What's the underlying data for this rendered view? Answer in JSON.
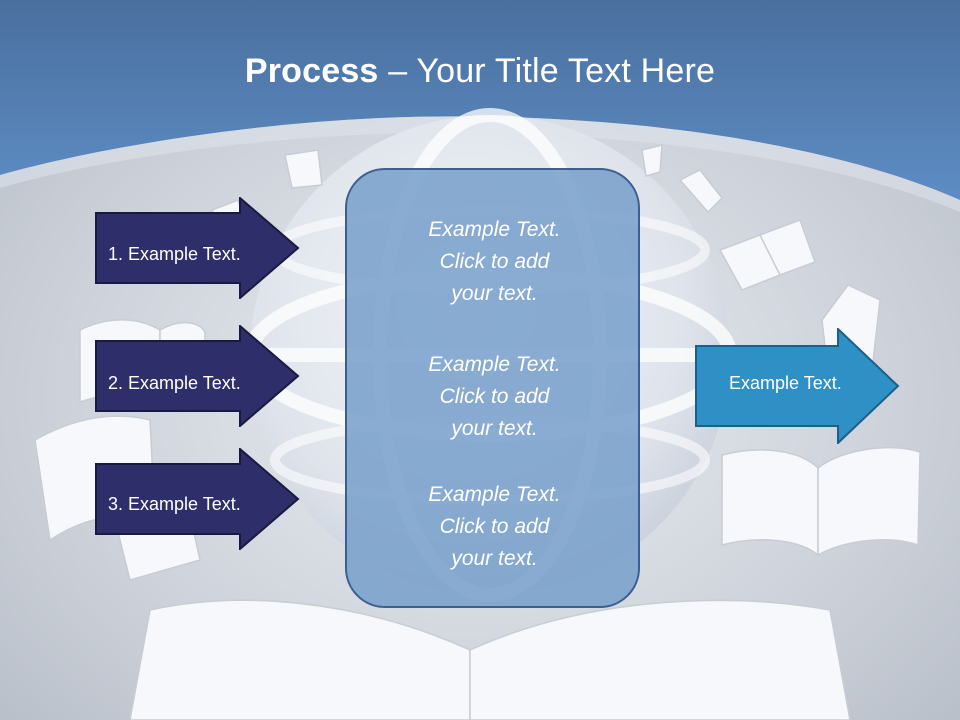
{
  "title": {
    "bold": "Process",
    "rest": " – Your Title Text Here"
  },
  "left_arrows": [
    {
      "label": "1. Example Text."
    },
    {
      "label": "2. Example Text."
    },
    {
      "label": "3. Example Text."
    }
  ],
  "center_box": {
    "blocks": [
      {
        "line1": "Example Text.",
        "line2": "Click  to add",
        "line3": "your text."
      },
      {
        "line1": "Example Text.",
        "line2": "Click  to add",
        "line3": "your text."
      },
      {
        "line1": "Example Text.",
        "line2": "Click  to add",
        "line3": "your text."
      }
    ]
  },
  "right_arrow": {
    "label": "Example Text."
  },
  "colors": {
    "header_blue": "#4f7fb8",
    "left_arrow_fill": "#2e2e6a",
    "right_arrow_fill": "#2f90c6",
    "center_box_fill": "#7aa0cc"
  }
}
